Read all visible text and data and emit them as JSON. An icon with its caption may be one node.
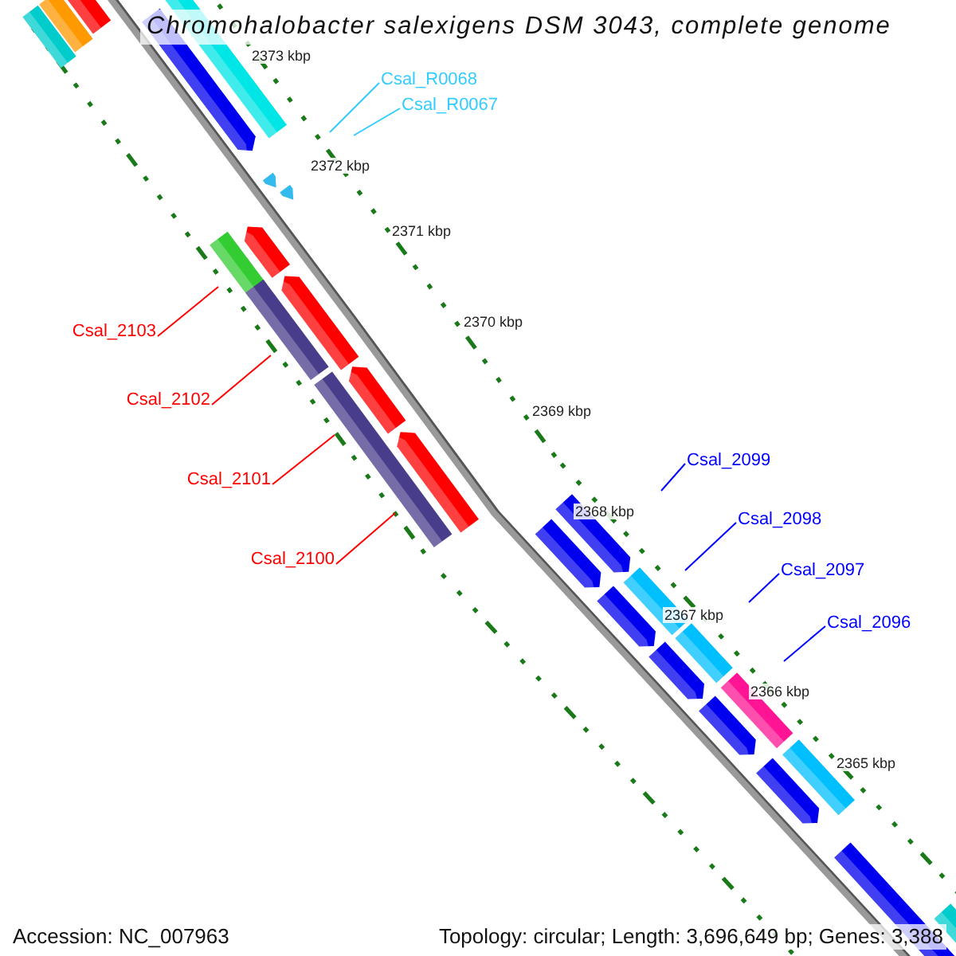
{
  "diagram": {
    "title": "Chromohalobacter salexigens DSM 3043, complete genome",
    "nodes": [
      {
        "text": [
          "Csal_R0068"
        ]
      },
      {
        "text": [
          "Csal_R0067"
        ]
      },
      {
        "text": [
          "Csal_2103"
        ]
      },
      {
        "text": [
          "Csal_2102"
        ]
      },
      {
        "text": [
          "Csal_2101"
        ]
      },
      {
        "text": [
          "Csal_2100"
        ]
      },
      {
        "text": [
          "Csal_2099"
        ]
      },
      {
        "text": [
          "Csal_2098"
        ]
      },
      {
        "text": [
          "Csal_2097"
        ]
      },
      {
        "text": [
          "Csal_2096"
        ]
      }
    ],
    "edges": [
      {
        "from": 0,
        "to": null,
        "arrow": "none",
        "color": "#33ccff"
      },
      {
        "from": 1,
        "to": null,
        "arrow": "none",
        "color": "#33ccff"
      },
      {
        "from": 2,
        "to": null,
        "arrow": "none",
        "color": "#ff0000"
      },
      {
        "from": 3,
        "to": null,
        "arrow": "none",
        "color": "#ff0000"
      },
      {
        "from": 4,
        "to": null,
        "arrow": "none",
        "color": "#ff0000"
      },
      {
        "from": 5,
        "to": null,
        "arrow": "none",
        "color": "#ff0000"
      },
      {
        "from": 6,
        "to": null,
        "arrow": "none",
        "color": "#0000ff"
      },
      {
        "from": 7,
        "to": null,
        "arrow": "none",
        "color": "#0000ff"
      },
      {
        "from": 8,
        "to": null,
        "arrow": "none",
        "color": "#0000ff"
      },
      {
        "from": 9,
        "to": null,
        "arrow": "none",
        "color": "#0000ff"
      }
    ],
    "labels": [
      "2373 kbp",
      "2372 kbp",
      "2371 kbp",
      "2370 kbp",
      "2369 kbp",
      "2368 kbp",
      "2367 kbp",
      "2366 kbp",
      "2365 kbp",
      "Accession: NC_007963",
      "Topology: circular; Length: 3,696,649 bp; Genes: 3,388"
    ]
  }
}
